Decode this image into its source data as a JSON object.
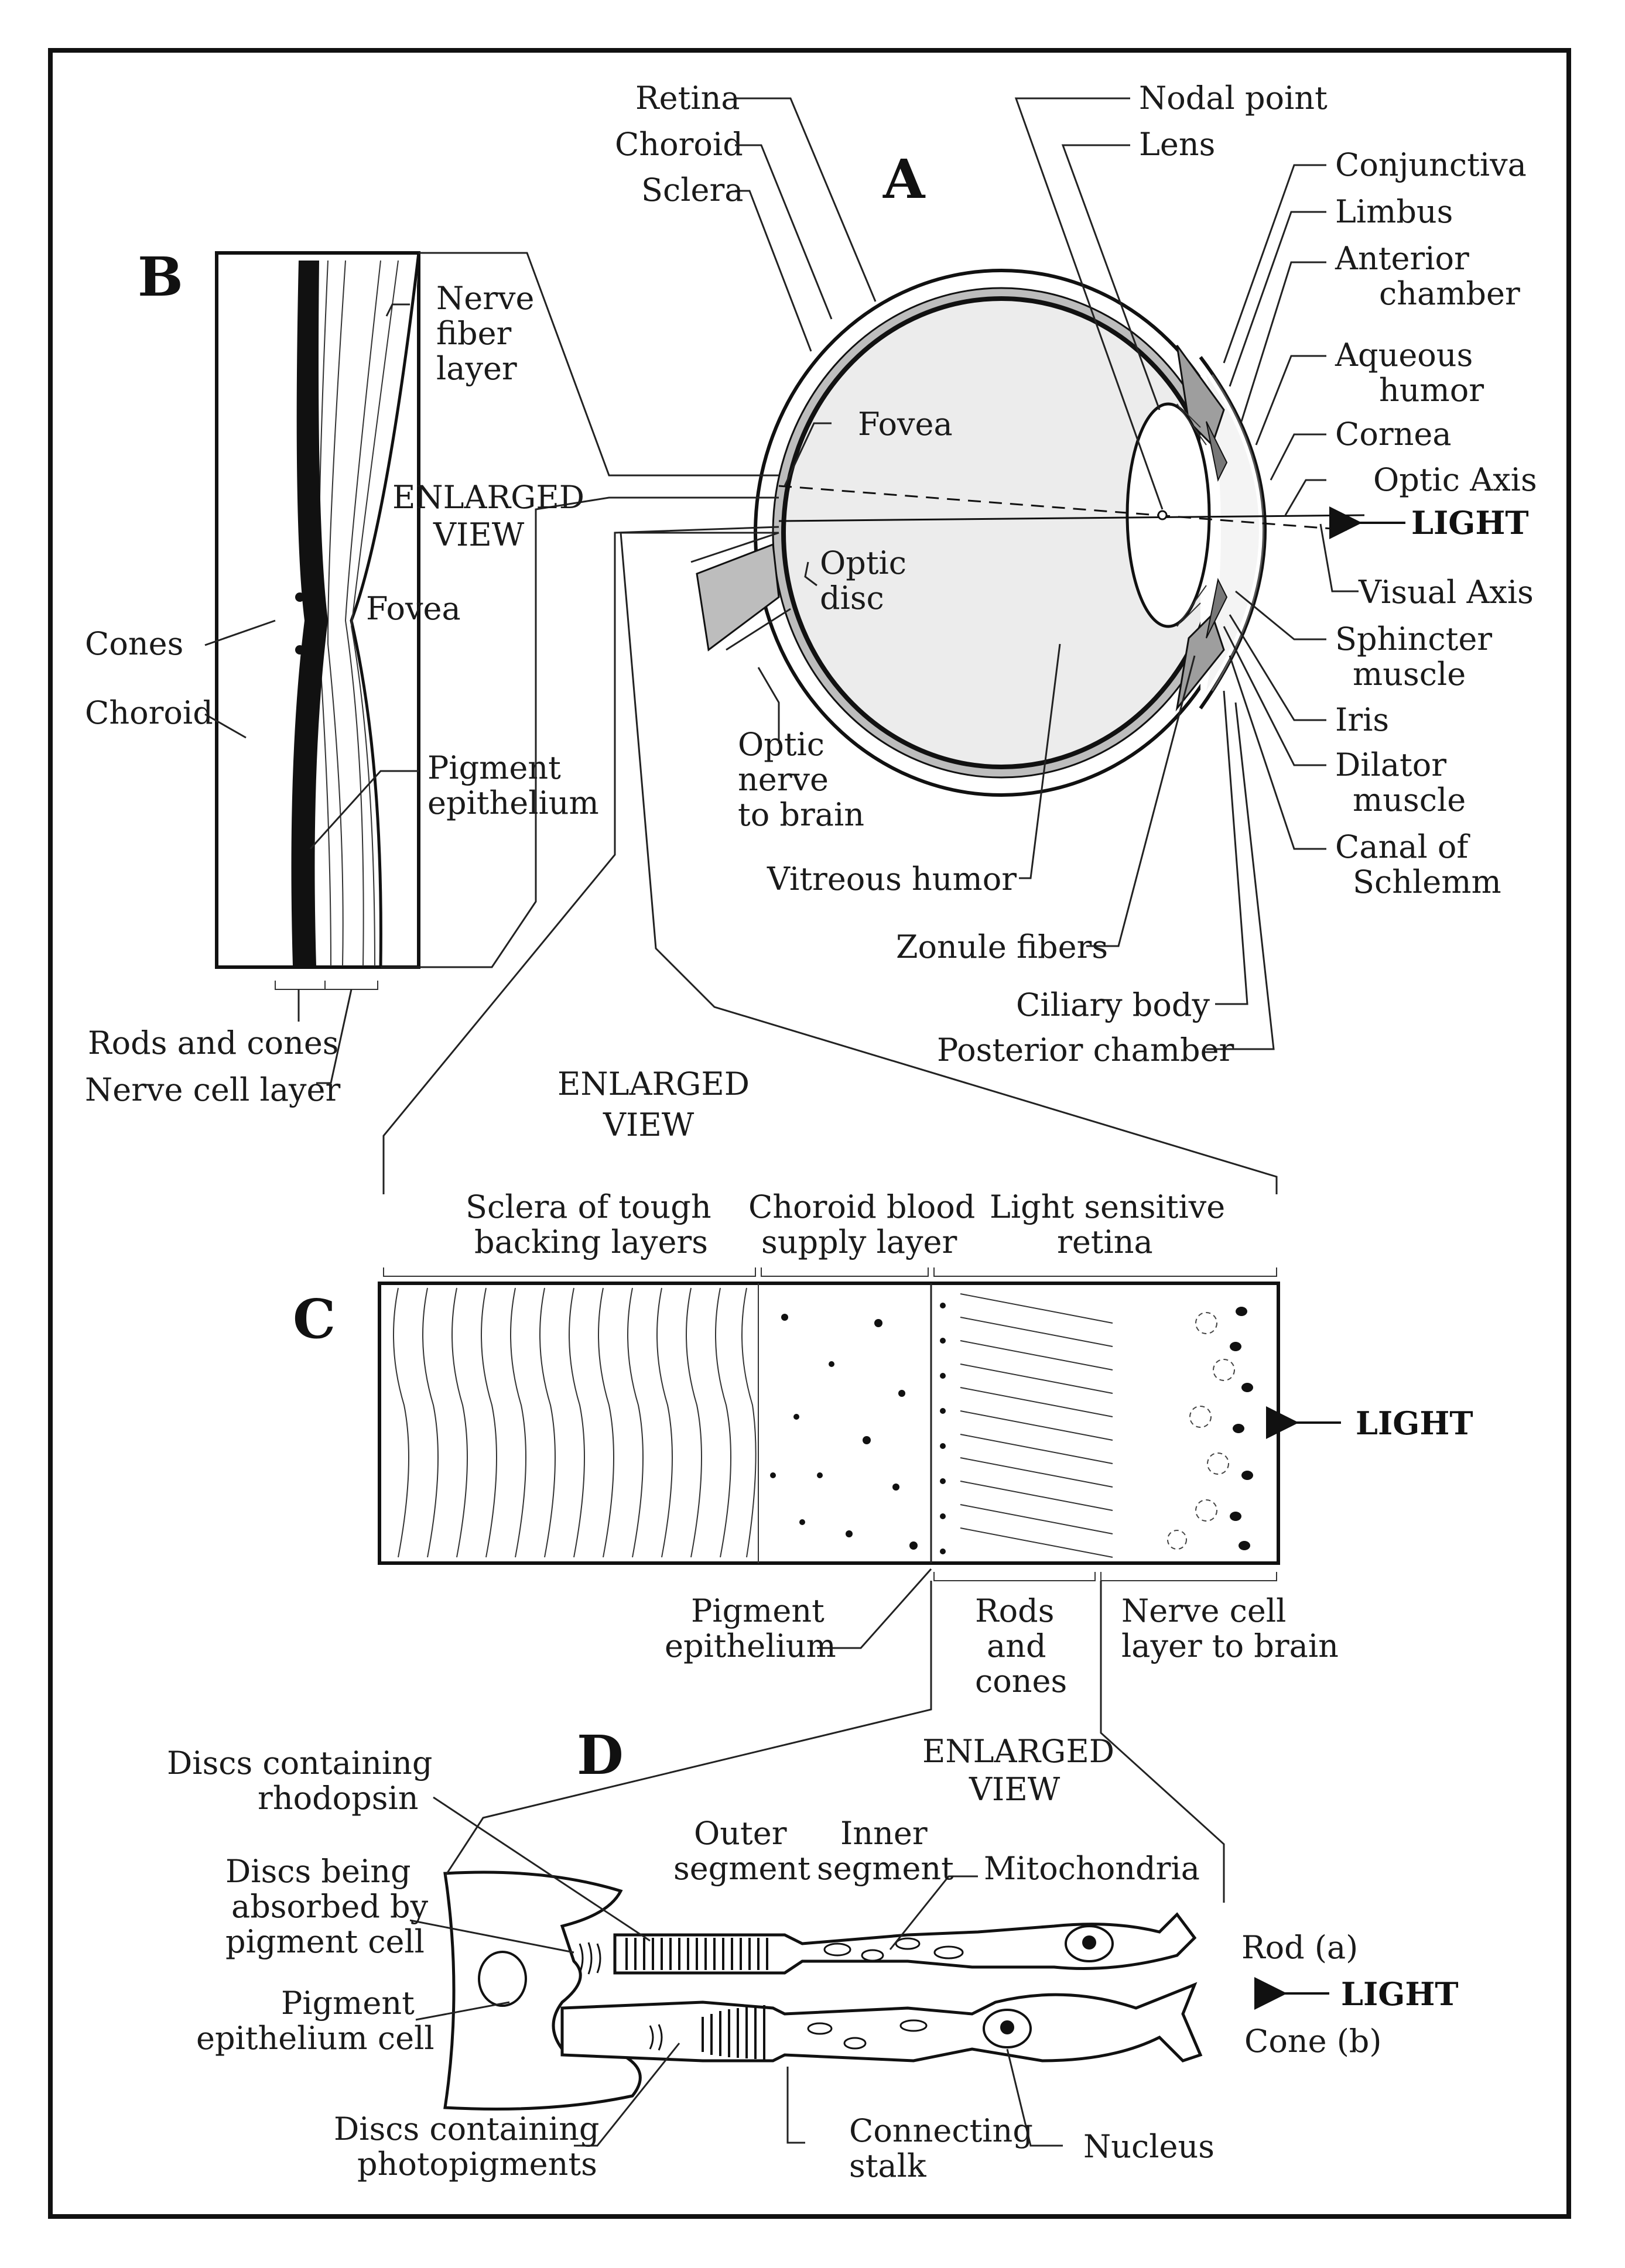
{
  "panels": {
    "a": "A",
    "b": "B",
    "c": "C",
    "d": "D"
  },
  "light": "LIGHT",
  "enlarged_view": [
    "ENLARGED",
    "VIEW"
  ],
  "panel_a": {
    "retina": "Retina",
    "choroid": "Choroid",
    "sclera": "Sclera",
    "nodal_point": "Nodal point",
    "lens": "Lens",
    "conjunctiva": "Conjunctiva",
    "limbus": "Limbus",
    "anterior_chamber": [
      "Anterior",
      "chamber"
    ],
    "aqueous_humor": [
      "Aqueous",
      "humor"
    ],
    "cornea": "Cornea",
    "optic_axis": "Optic Axis",
    "visual_axis": "Visual Axis",
    "fovea": "Fovea",
    "optic_disc": [
      "Optic",
      "disc"
    ],
    "optic_nerve": [
      "Optic",
      "nerve",
      "to brain"
    ],
    "sphincter_muscle": [
      "Sphincter",
      "muscle"
    ],
    "iris": "Iris",
    "dilator_muscle": [
      "Dilator",
      "muscle"
    ],
    "canal_of_schlemm": [
      "Canal of",
      "Schlemm"
    ],
    "vitreous_humor": "Vitreous humor",
    "zonule_fibers": "Zonule fibers",
    "ciliary_body": "Ciliary body",
    "posterior_chamber": "Posterior chamber"
  },
  "panel_b": {
    "nerve_fiber_layer": [
      "Nerve",
      "fiber",
      "layer"
    ],
    "fovea": "Fovea",
    "cones": "Cones",
    "choroid": "Choroid",
    "pigment_epithelium": [
      "Pigment",
      "epithelium"
    ],
    "rods_and_cones": "Rods and cones",
    "nerve_cell_layer": "Nerve cell layer"
  },
  "panel_c": {
    "sclera": [
      "Sclera of tough",
      "backing layers"
    ],
    "choroid": [
      "Choroid blood",
      "supply layer"
    ],
    "retina": [
      "Light sensitive",
      "retina"
    ],
    "pigment_epithelium": [
      "Pigment",
      "epithelium"
    ],
    "rods_and_cones": [
      "Rods",
      "and",
      "cones"
    ],
    "nerve_cell_layer": [
      "Nerve cell",
      "layer to brain"
    ]
  },
  "panel_d": {
    "discs_rhodopsin": [
      "Discs containing",
      "rhodopsin"
    ],
    "discs_absorbed": [
      "Discs being",
      "absorbed by",
      "pigment cell"
    ],
    "pigment_cell": [
      "Pigment",
      "epithelium cell"
    ],
    "discs_photopigments": [
      "Discs containing",
      "photopigments"
    ],
    "outer_segment": [
      "Outer",
      "segment"
    ],
    "inner_segment": [
      "Inner",
      "segment"
    ],
    "mitochondria": "Mitochondria",
    "rod": "Rod (a)",
    "cone": "Cone (b)",
    "connecting_stalk": [
      "Connecting",
      "stalk"
    ],
    "nucleus": "Nucleus"
  }
}
